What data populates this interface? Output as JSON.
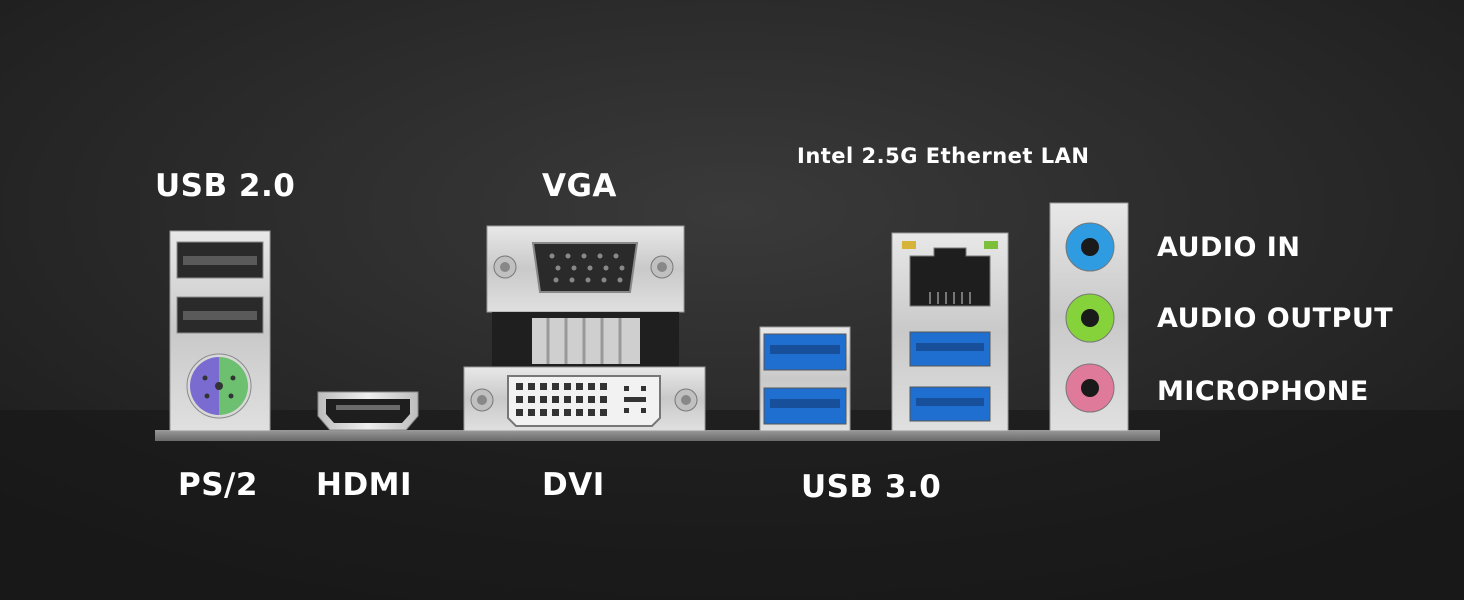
{
  "labels": {
    "usb2": "USB 2.0",
    "vga": "VGA",
    "lan": "Intel 2.5G Ethernet LAN",
    "audio_in": "AUDIO IN",
    "audio_out": "AUDIO OUTPUT",
    "mic": "MICROPHONE",
    "ps2": "PS/2",
    "hdmi": "HDMI",
    "dvi": "DVI",
    "usb3": "USB 3.0"
  },
  "colors": {
    "background": "#262626",
    "usb3_blue": "#1f6fd1",
    "ps2_purple": "#7a6bd0",
    "ps2_green": "#6cc070",
    "audio_blue": "#2f9be0",
    "audio_green": "#86d23a",
    "audio_pink": "#e07a9a",
    "lan_led_yellow": "#d6b43a",
    "lan_led_green": "#7bbf3a"
  }
}
